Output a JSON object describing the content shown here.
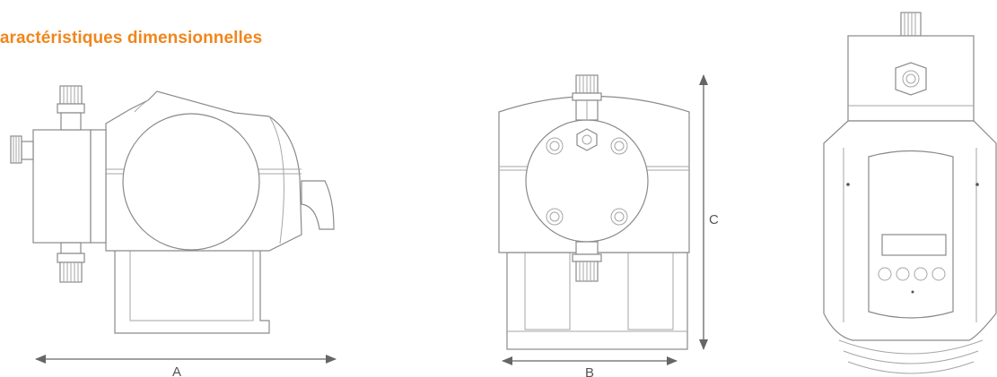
{
  "title": "Caractéristiques dimensionnelles",
  "dimensions": {
    "a": "A",
    "b": "B",
    "c": "C"
  },
  "colors": {
    "title": "#f0861c",
    "line": "#8a8a8a",
    "dimension": "#666666"
  }
}
